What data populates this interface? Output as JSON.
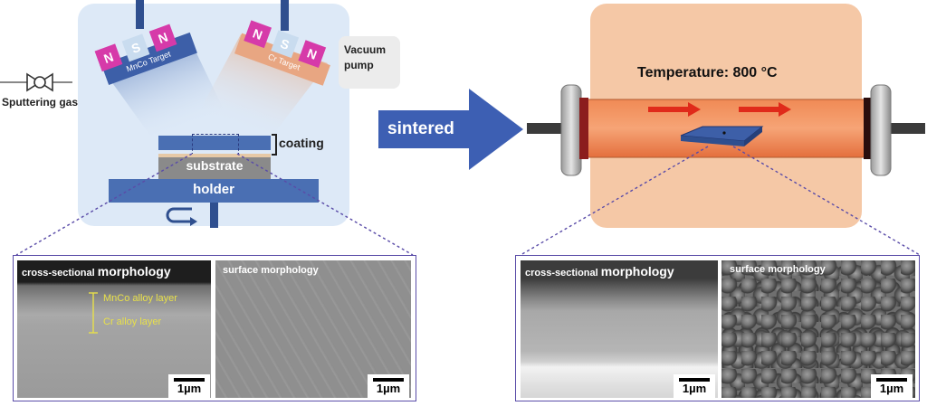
{
  "sputtering": {
    "target_left": "MnCo Target",
    "target_right": "Cr Target",
    "magnet_left": [
      "N",
      "S",
      "N"
    ],
    "magnet_right": [
      "N",
      "S",
      "N"
    ],
    "vacuum_pump": "Vacuum pump",
    "gas": "Sputtering gas",
    "coating": "coating",
    "substrate": "substrate",
    "holder": "holder"
  },
  "arrow_label": "sintered",
  "furnace": {
    "temperature": "Temperature: 800 °C"
  },
  "micrographs_before": {
    "left_label_small": "cross-sectional",
    "left_label_big": "morphology",
    "layer_top": "MnCo alloy layer",
    "layer_bottom": "Cr alloy layer",
    "right_label": "surface morphology",
    "scale": "1µm"
  },
  "micrographs_after": {
    "left_label_small": "cross-sectional",
    "left_label_big": "morphology",
    "right_label": "surface morphology",
    "scale": "1µm"
  },
  "colors": {
    "chamber_bg": "#dde9f7",
    "furnace_bg": "#f5c8a6",
    "arrow": "#3d5fb3",
    "magnet_n": "#d63aa9",
    "flow_arrow": "#e02a1a"
  }
}
